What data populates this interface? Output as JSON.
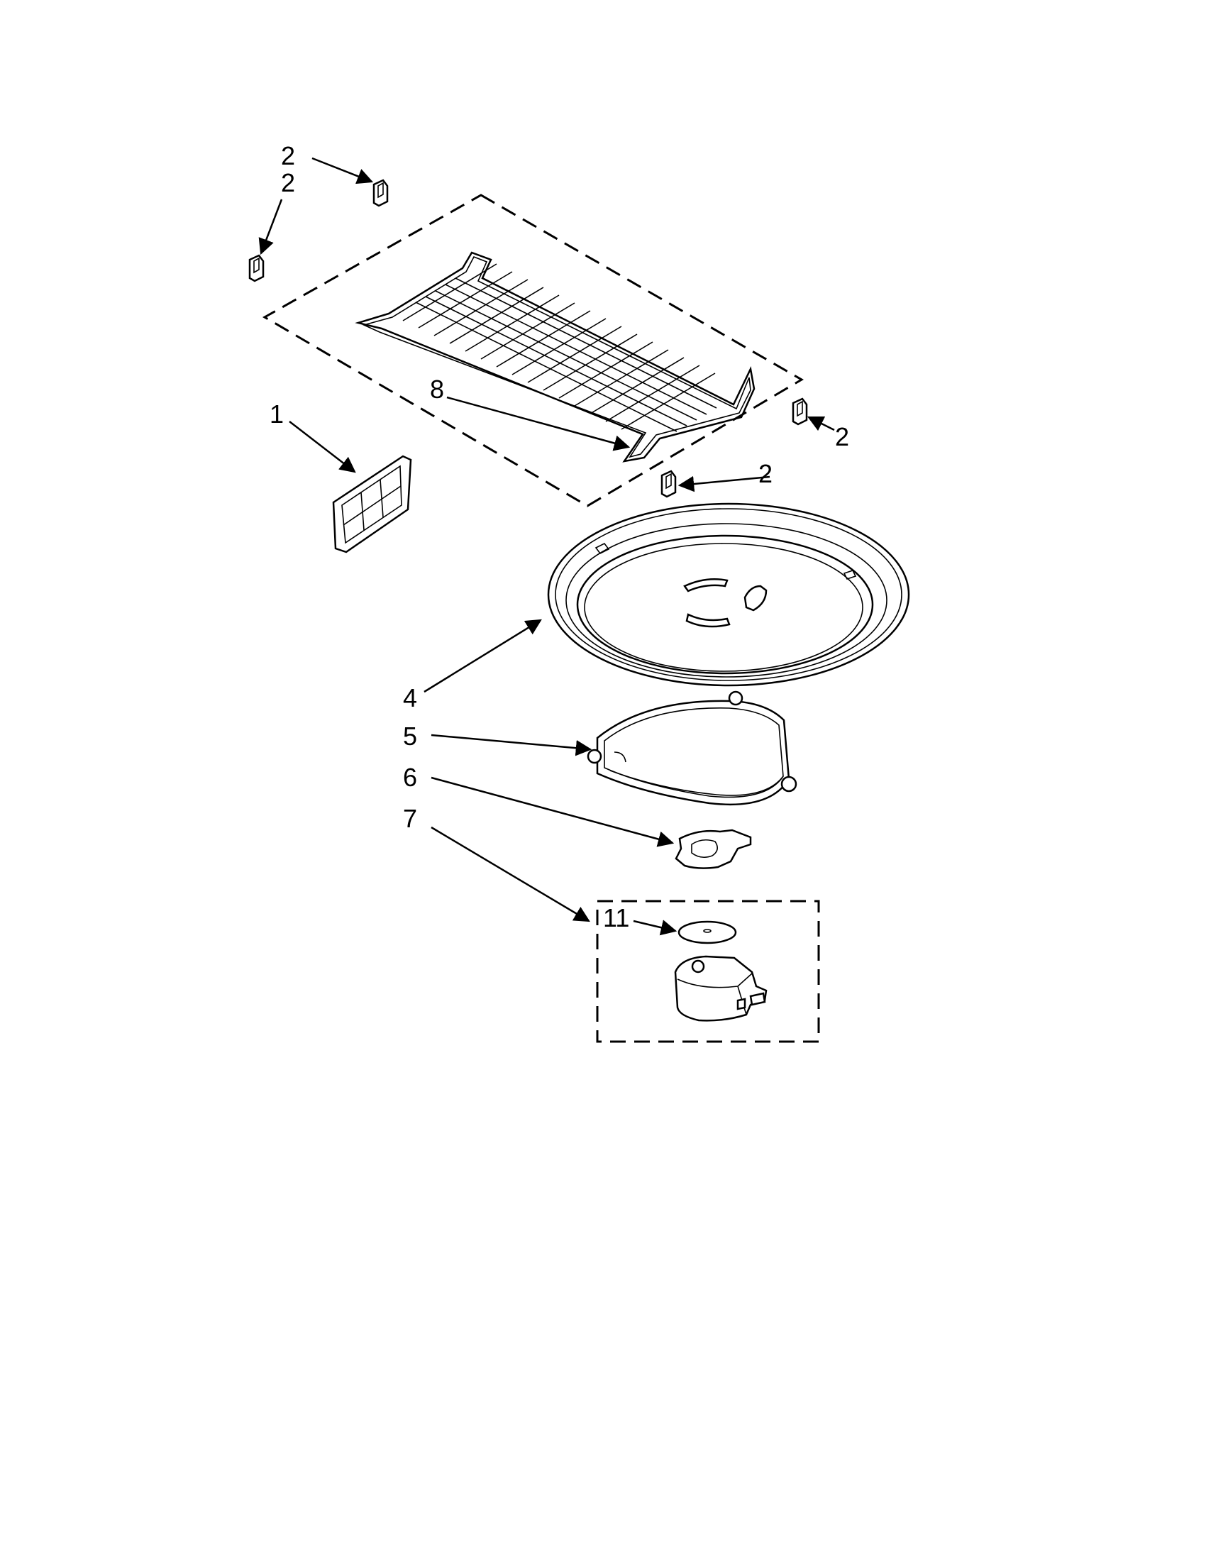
{
  "callouts": {
    "c2a": "2",
    "c2b": "2",
    "c2c": "2",
    "c2d": "2",
    "c1": "1",
    "c8": "8",
    "c4": "4",
    "c5": "5",
    "c6": "6",
    "c7": "7",
    "c11": "11"
  },
  "parts": [
    {
      "ref": "1",
      "icon": "filter-grille-icon"
    },
    {
      "ref": "2",
      "icon": "rack-support-clip-icon"
    },
    {
      "ref": "4",
      "icon": "glass-turntable-tray-icon"
    },
    {
      "ref": "5",
      "icon": "turntable-roller-ring-icon"
    },
    {
      "ref": "6",
      "icon": "turntable-coupler-icon"
    },
    {
      "ref": "7",
      "icon": "turntable-motor-kit-icon"
    },
    {
      "ref": "8",
      "icon": "wire-rack-icon"
    },
    {
      "ref": "11",
      "icon": "motor-washer-icon"
    }
  ],
  "colors": {
    "line": "#000000",
    "background": "#ffffff"
  }
}
